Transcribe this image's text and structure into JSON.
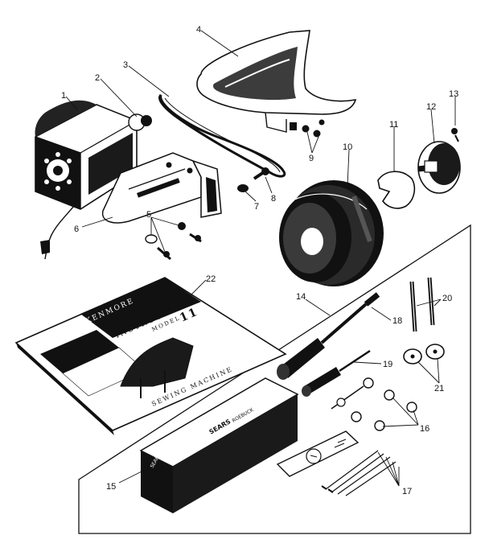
{
  "callouts": [
    {
      "id": "1",
      "label": "1"
    },
    {
      "id": "2",
      "label": "2"
    },
    {
      "id": "3",
      "label": "3"
    },
    {
      "id": "4",
      "label": "4"
    },
    {
      "id": "5",
      "label": "5"
    },
    {
      "id": "6",
      "label": "6"
    },
    {
      "id": "7",
      "label": "7"
    },
    {
      "id": "8",
      "label": "8"
    },
    {
      "id": "9",
      "label": "9"
    },
    {
      "id": "10",
      "label": "10"
    },
    {
      "id": "11",
      "label": "11"
    },
    {
      "id": "12",
      "label": "12"
    },
    {
      "id": "13",
      "label": "13"
    },
    {
      "id": "14",
      "label": "14"
    },
    {
      "id": "15",
      "label": "15"
    },
    {
      "id": "16",
      "label": "16"
    },
    {
      "id": "17",
      "label": "17"
    },
    {
      "id": "18",
      "label": "18"
    },
    {
      "id": "19",
      "label": "19"
    },
    {
      "id": "20",
      "label": "20"
    },
    {
      "id": "21",
      "label": "21"
    },
    {
      "id": "22",
      "label": "22"
    }
  ],
  "manual": {
    "brand": "KENMORE",
    "line1": "INSTRUCTIONS",
    "model": "MODEL",
    "model_num": "11",
    "line3": "SEWING MACHINE"
  },
  "box": {
    "brand": "SEARS",
    "line2": "ROEBUCK",
    "side": "SEARS"
  }
}
